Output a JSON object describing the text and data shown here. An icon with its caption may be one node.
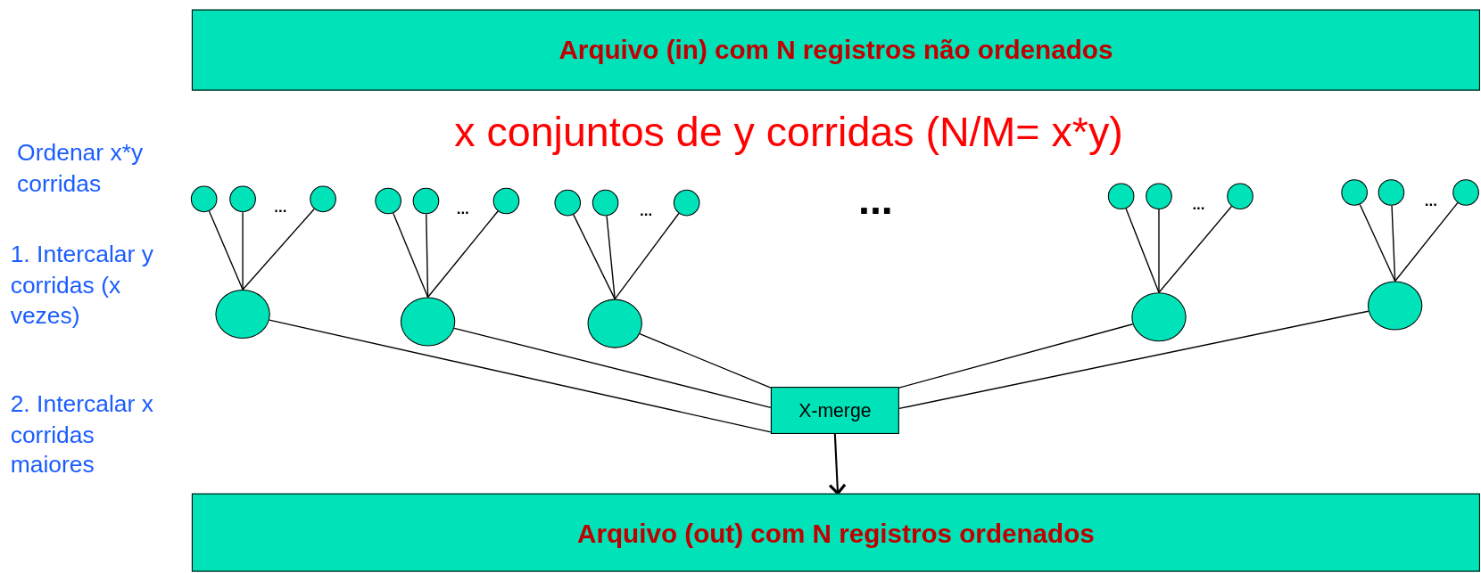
{
  "diagram": {
    "nodes": [
      {
        "text": [
          "Arquivo (in) com N registros não ordenados"
        ]
      },
      {
        "text": [],
        "shape": "circle"
      },
      {
        "text": [],
        "shape": "circle"
      },
      {
        "text": [],
        "shape": "circle"
      },
      {
        "text": [],
        "shape": "circle"
      },
      {
        "text": [],
        "shape": "circle"
      },
      {
        "text": [],
        "shape": "circle"
      },
      {
        "text": [],
        "shape": "circle"
      },
      {
        "text": [],
        "shape": "circle"
      },
      {
        "text": [],
        "shape": "circle"
      },
      {
        "text": [],
        "shape": "circle"
      },
      {
        "text": [],
        "shape": "circle"
      },
      {
        "text": [],
        "shape": "circle"
      },
      {
        "text": [],
        "shape": "circle"
      },
      {
        "text": [],
        "shape": "circle"
      },
      {
        "text": [],
        "shape": "circle"
      },
      {
        "text": [],
        "shape": "circle"
      },
      {
        "text": [],
        "shape": "circle"
      },
      {
        "text": [],
        "shape": "circle"
      },
      {
        "text": [],
        "shape": "circle"
      },
      {
        "text": [],
        "shape": "circle"
      },
      {
        "text": [
          "X-merge"
        ]
      },
      {
        "text": [
          "Arquivo (out) com N registros ordenados"
        ]
      }
    ],
    "edges": [
      {
        "from": 1,
        "to": 16,
        "arrow": "none"
      },
      {
        "from": 2,
        "to": 16,
        "arrow": "none"
      },
      {
        "from": 3,
        "to": 16,
        "arrow": "none"
      },
      {
        "from": 4,
        "to": 17,
        "arrow": "none"
      },
      {
        "from": 5,
        "to": 17,
        "arrow": "none"
      },
      {
        "from": 6,
        "to": 17,
        "arrow": "none"
      },
      {
        "from": 7,
        "to": 18,
        "arrow": "none"
      },
      {
        "from": 8,
        "to": 18,
        "arrow": "none"
      },
      {
        "from": 9,
        "to": 18,
        "arrow": "none"
      },
      {
        "from": 10,
        "to": 19,
        "arrow": "none"
      },
      {
        "from": 11,
        "to": 19,
        "arrow": "none"
      },
      {
        "from": 12,
        "to": 19,
        "arrow": "none"
      },
      {
        "from": 13,
        "to": 20,
        "arrow": "none"
      },
      {
        "from": 14,
        "to": 20,
        "arrow": "none"
      },
      {
        "from": 15,
        "to": 20,
        "arrow": "none"
      },
      {
        "from": 16,
        "to": 21,
        "arrow": "none"
      },
      {
        "from": 17,
        "to": 21,
        "arrow": "none"
      },
      {
        "from": 18,
        "to": 21,
        "arrow": "none"
      },
      {
        "from": 19,
        "to": 21,
        "arrow": "none"
      },
      {
        "from": 20,
        "to": 21,
        "arrow": "none"
      },
      {
        "from": 21,
        "to": 22,
        "arrow": "to"
      }
    ],
    "labels": [
      "x conjuntos de y corridas (N/M= x*y)",
      "Ordenar x*y corridas",
      "...",
      "...",
      "...",
      "...",
      "...",
      "...",
      "1. Intercalar y corridas (x vezes)",
      "2. Intercalar x corridas maiores"
    ]
  }
}
